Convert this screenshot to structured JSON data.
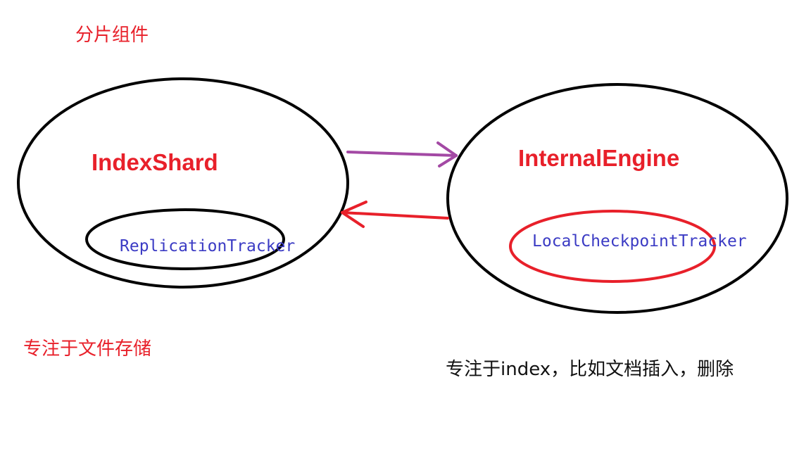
{
  "top_label": "分片组件",
  "left_node": {
    "title": "IndexShard",
    "inner": "ReplicationTracker",
    "note": "专注于文件存储"
  },
  "right_node": {
    "title": "InternalEngine",
    "inner": "LocalCheckpointTracker",
    "note": "专注于index，比如文档插入，删除"
  },
  "colors": {
    "red": "#e8202a",
    "blue_text": "#3b3bc4",
    "purple_arrow": "#a349a4",
    "outline": "#000000"
  }
}
